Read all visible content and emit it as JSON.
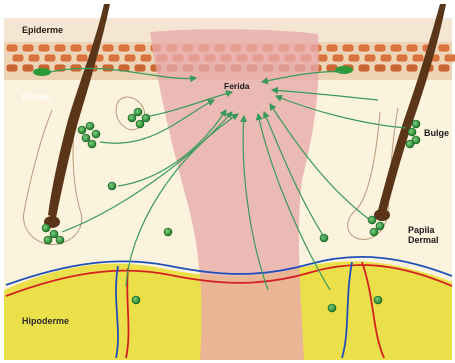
{
  "labels": {
    "epiderme": "Epiderme",
    "derme": "Derme",
    "ferida": "Ferida",
    "bulge": "Bulge",
    "papila_line1": "Papila",
    "papila_line2": "Dermal",
    "hipoderme": "Hipoderme"
  },
  "colors": {
    "epidermis_tan": "#e9c9a4",
    "cell_orange": "#d9743e",
    "cell_green": "#2c9a38",
    "dermis_cream": "#fbf3dd",
    "hypodermis_yellow": "#eee14a",
    "wound_pink": "#e8a9a9",
    "hair_brown": "#5a3518",
    "vessel_red": "#d42020",
    "vessel_blue": "#1f4fb8",
    "arrow_green": "#3a9a5a"
  }
}
